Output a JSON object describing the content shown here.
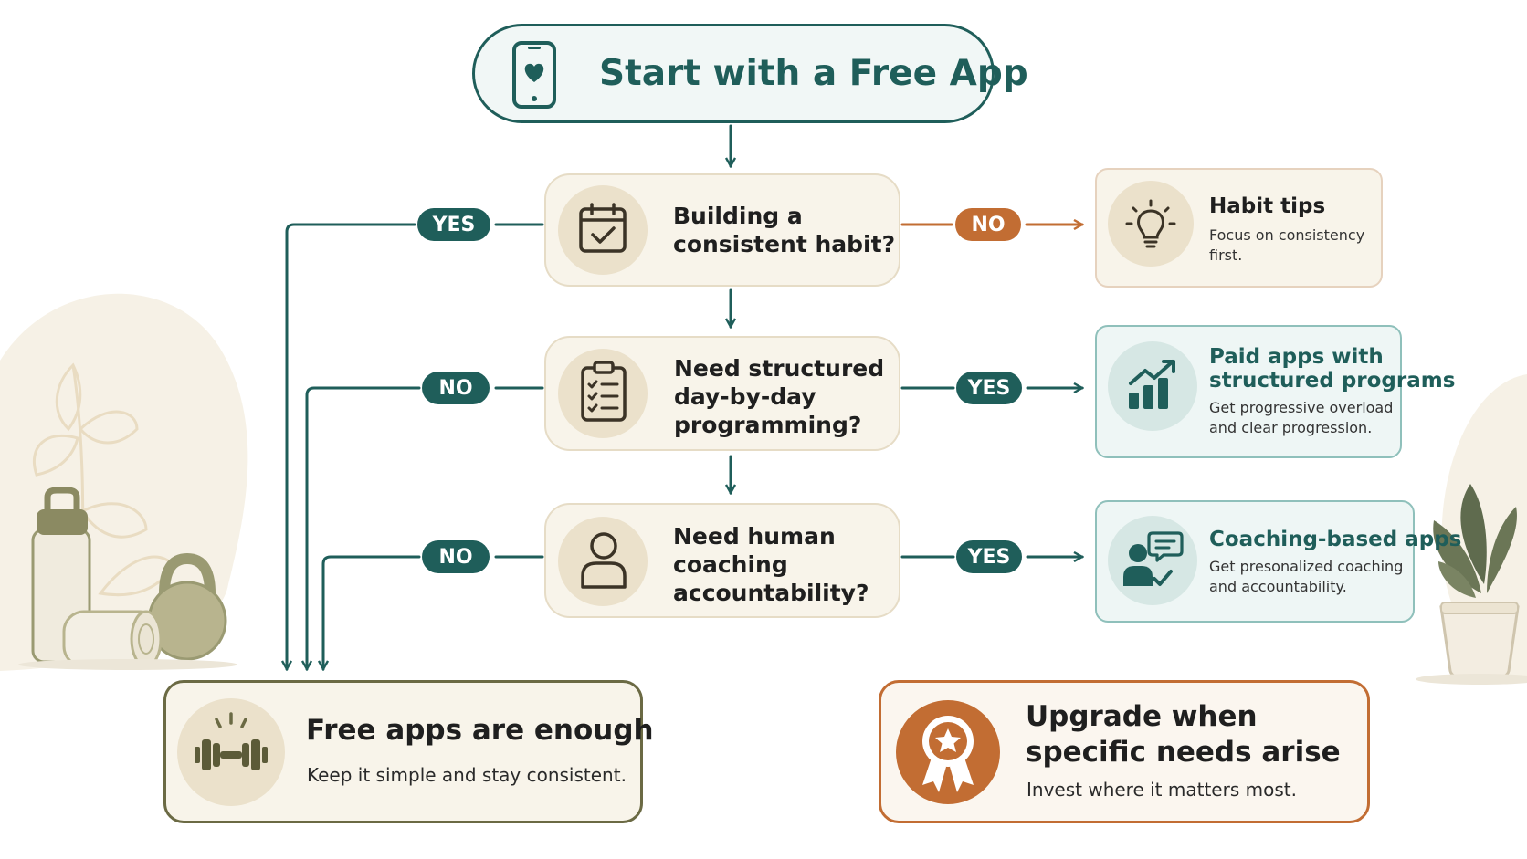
{
  "start": {
    "title": "Start with a Free App",
    "icon": "phone-heart-icon"
  },
  "questions": [
    {
      "lines": [
        "Building a",
        "consistent habit?"
      ],
      "icon": "calendar-check-icon"
    },
    {
      "lines": [
        "Need structured",
        "day-by-day",
        "programming?"
      ],
      "icon": "clipboard-checklist-icon"
    },
    {
      "lines": [
        "Need human",
        "coaching",
        "accountability?"
      ],
      "icon": "person-icon"
    }
  ],
  "branches": {
    "q1_left": "YES",
    "q1_right": "NO",
    "q2_left": "NO",
    "q2_right": "YES",
    "q3_left": "NO",
    "q3_right": "YES"
  },
  "outcomes": {
    "habit_tips": {
      "title": "Habit tips",
      "sub": [
        "Focus on consistency",
        "first."
      ],
      "icon": "lightbulb-icon"
    },
    "paid_apps": {
      "title": [
        "Paid apps with",
        "structured programs"
      ],
      "sub": [
        "Get progressive overload",
        "and clear progression."
      ],
      "icon": "growth-chart-icon"
    },
    "coaching_apps": {
      "title": "Coaching-based apps",
      "sub": [
        "Get presonalized coaching",
        "and accountability."
      ],
      "icon": "coach-chat-icon"
    },
    "free_enough": {
      "title": "Free apps are enough",
      "sub": "Keep it simple and stay consistent.",
      "icon": "dumbbell-icon"
    },
    "upgrade": {
      "title": [
        "Upgrade when",
        "specific needs arise"
      ],
      "sub": "Invest where it matters most.",
      "icon": "award-ribbon-icon"
    }
  },
  "colors": {
    "teal": "#1f5e5a",
    "orange": "#c26d33",
    "olive": "#6b6a44",
    "beige": "#f8f4ea"
  }
}
